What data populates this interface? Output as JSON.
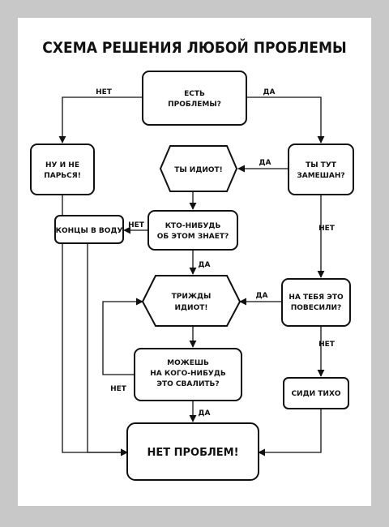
{
  "title": "СХЕМА РЕШЕНИЯ ЛЮБОЙ ПРОБЛЕМЫ",
  "nodes": {
    "problems": [
      "ЕСТЬ",
      "ПРОБЛЕМЫ?"
    ],
    "dont_worry": [
      "НУ И НЕ",
      "ПАРЬСЯ!"
    ],
    "idiot": [
      "ТЫ ИДИОТ!"
    ],
    "involved": [
      "ТЫ ТУТ",
      "ЗАМЕШАН?"
    ],
    "ends": [
      "КОНЦЫ В ВОДУ"
    ],
    "anyone_knows": [
      "КТО-НИБУДЬ",
      "ОБ ЭТОМ ЗНАЕТ?"
    ],
    "triple_idiot": [
      "ТРИЖДЫ",
      "ИДИОТ!"
    ],
    "pinned": [
      "НА ТЕБЯ ЭТО",
      "ПОВЕСИЛИ?"
    ],
    "blame": [
      "МОЖЕШЬ",
      "НА КОГО-НИБУДЬ",
      "ЭТО СВАЛИТЬ?"
    ],
    "sit_quiet": [
      "СИДИ ТИХО"
    ],
    "no_problem": [
      "НЕТ ПРОБЛЕМ!"
    ]
  },
  "edges": {
    "no": "НЕТ",
    "yes": "ДА"
  }
}
